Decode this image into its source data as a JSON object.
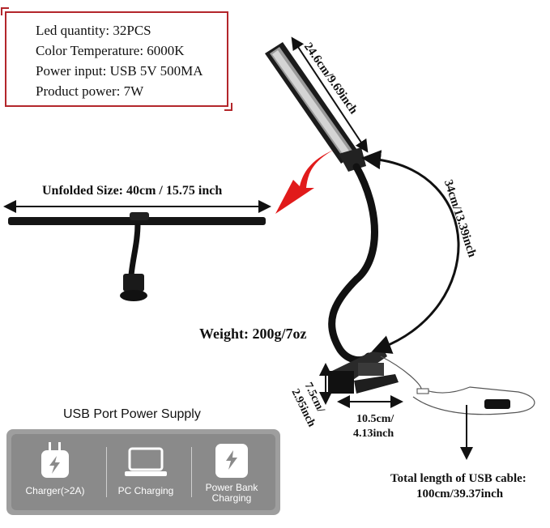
{
  "specs": {
    "led_quantity": "Led quantity: 32PCS",
    "color_temperature": "Color Temperature: 6000K",
    "power_input": "Power input: USB 5V 500MA",
    "product_power": "Product power: 7W"
  },
  "dimensions": {
    "head_length": "24.6cm/9.69inch",
    "neck_length": "34cm/13.39inch",
    "unfolded_size": "Unfolded Size: 40cm / 15.75 inch",
    "weight": "Weight: 200g/7oz",
    "clip_height_1": "7.5cm/",
    "clip_height_2": "2.95inch",
    "clip_width_1": "10.5cm/",
    "clip_width_2": "4.13inch",
    "cable_1": "Total length of USB cable:",
    "cable_2": "100cm/39.37inch"
  },
  "usb": {
    "title": "USB Port Power Supply",
    "items": [
      {
        "label": "Charger(>2A)",
        "icon": "charger-plug-icon"
      },
      {
        "label": "PC Charging",
        "icon": "laptop-icon"
      },
      {
        "label_1": "Power Bank",
        "label_2": "Charging",
        "icon": "power-bank-icon"
      }
    ]
  },
  "colors": {
    "frame": "#b3262b",
    "arrow": "#e11b1b",
    "panel": "#9e9e9e"
  }
}
